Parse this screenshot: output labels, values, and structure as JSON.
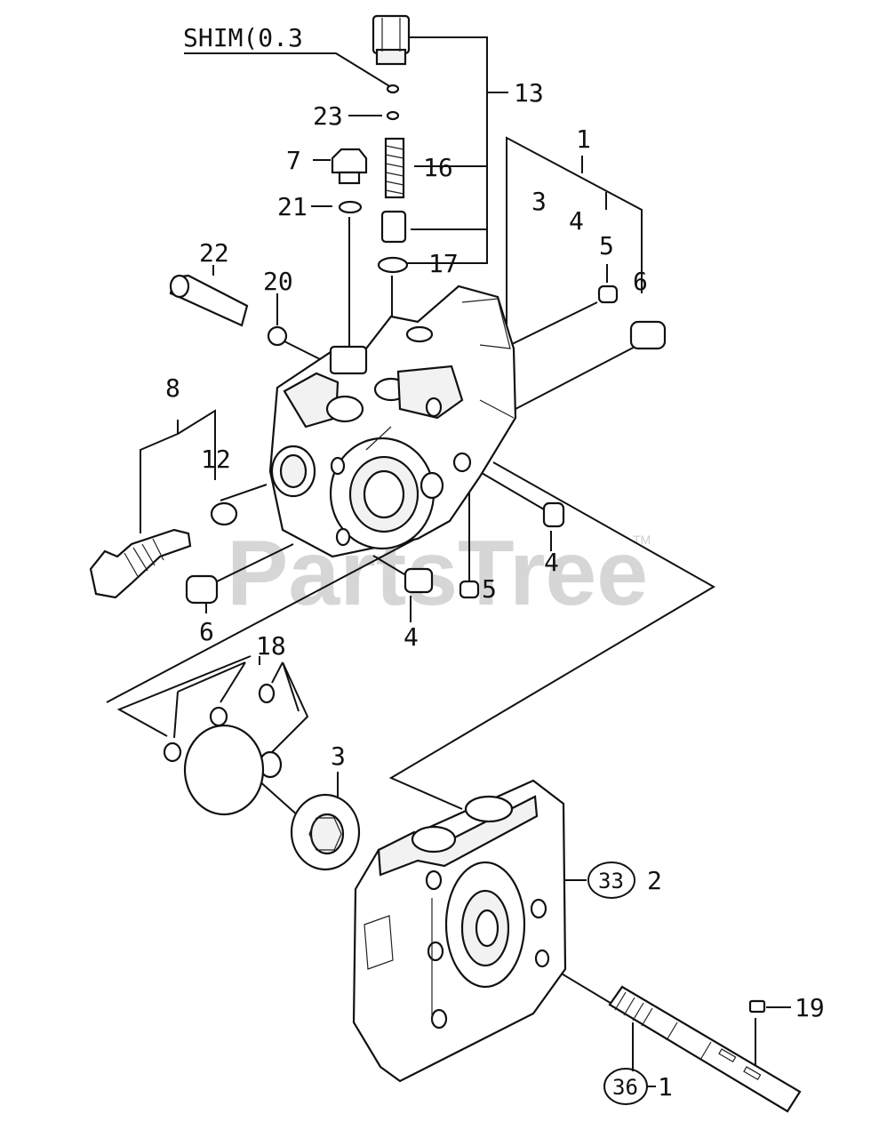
{
  "watermark": {
    "text": "PartsTree",
    "tm": "TM"
  },
  "labels": {
    "shim": "SHIM(0.3",
    "p1": "1",
    "p3a": "3",
    "p3b": "3",
    "p4a": "4",
    "p4b": "4",
    "p4c": "4",
    "p5a": "5",
    "p5b": "5",
    "p6a": "6",
    "p6b": "6",
    "p7": "7",
    "p8": "8",
    "p12": "12",
    "p13": "13",
    "p16": "16",
    "p17": "17",
    "p18": "18",
    "p19": "19",
    "p20": "20",
    "p21": "21",
    "p22": "22",
    "p23": "23",
    "ref33": "33",
    "ref33_suffix": "2",
    "ref36": "36",
    "ref36_suffix": "1"
  }
}
